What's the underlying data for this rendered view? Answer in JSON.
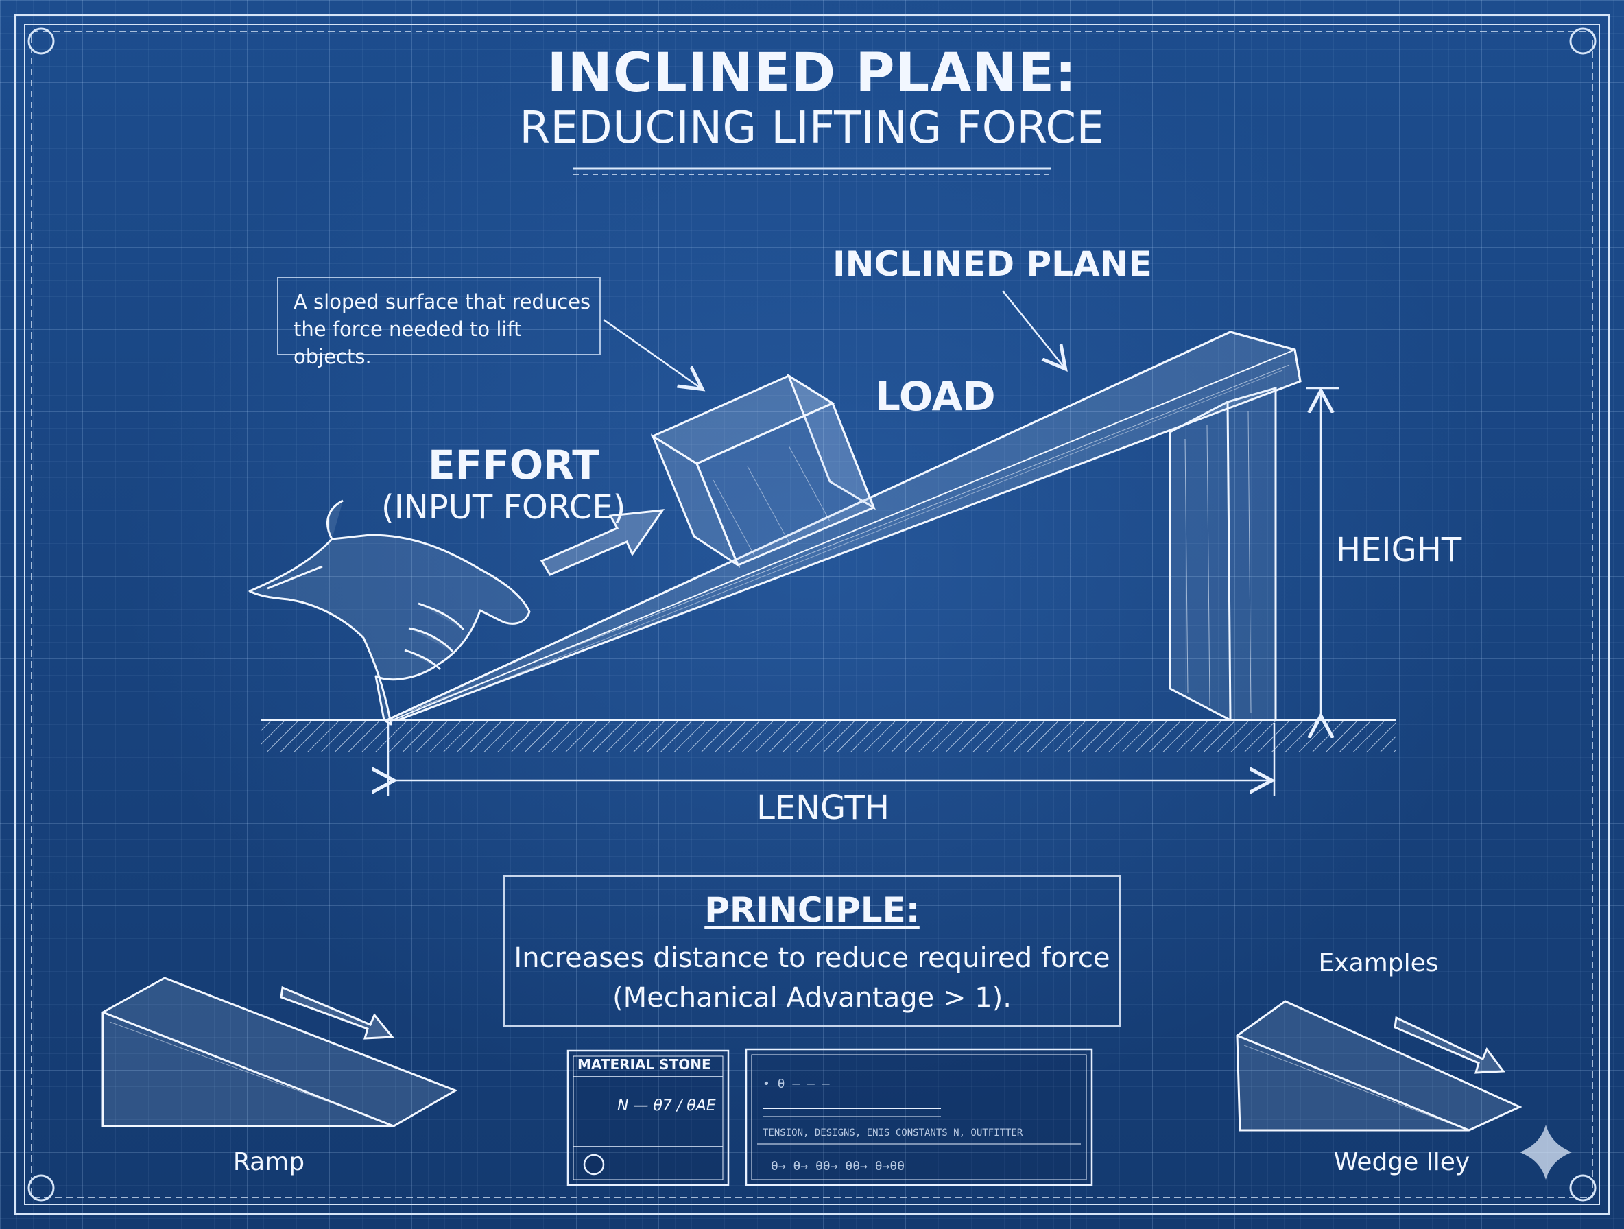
{
  "title": {
    "line1": "INCLINED PLANE:",
    "line2": "REDUCING LIFTING FORCE"
  },
  "callout": {
    "text": "A sloped surface that reduces the force needed to lift objects."
  },
  "labels": {
    "inclined_plane": "INCLINED PLANE",
    "load": "LOAD",
    "effort": "EFFORT",
    "effort_sub": "(INPUT FORCE)",
    "height": "HEIGHT",
    "length": "LENGTH"
  },
  "principle": {
    "title": "PRINCIPLE:",
    "line1": "Increases distance to reduce required force",
    "line2": "(Mechanical Advantage > 1)."
  },
  "examples": {
    "heading": "Examples",
    "left_label": "Ramp",
    "right_label": "Wedge lley"
  },
  "material_card": {
    "title": "MATERIAL STONE",
    "formula": "N — θ7 / θAE"
  },
  "notes_card": {
    "line_a": "• θ — — —",
    "line_b": "TENSION, DESIGNS, ENIS CONSTANTS N, OUTFITTER",
    "line_c": "θ→ θ→ θθ→ θθ→ θ→θθ"
  },
  "colors": {
    "background": "#1d4d8e",
    "ink": "#f2f7ff",
    "grid": "#aacdf5"
  }
}
